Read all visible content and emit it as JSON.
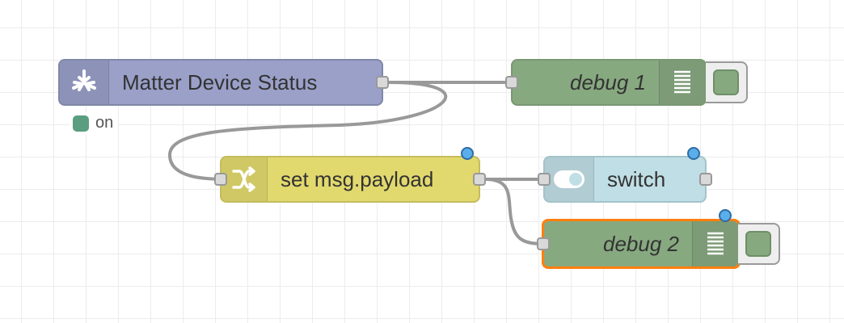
{
  "workspace": {
    "nodes": {
      "matter_device": {
        "label": "Matter Device Status",
        "color": "#9aa0c8",
        "icon": "matter-icon"
      },
      "debug1": {
        "label": "debug 1",
        "color": "#87a980",
        "icon": "debug-list-icon"
      },
      "change": {
        "label": "set msg.payload",
        "color": "#e2d96e",
        "icon": "shuffle-icon"
      },
      "switch": {
        "label": "switch",
        "color": "#c0dee5",
        "icon": "toggle-icon"
      },
      "debug2": {
        "label": "debug 2",
        "color": "#87a980",
        "icon": "debug-list-icon",
        "selected_border": "#ff7f0e"
      }
    },
    "status": {
      "text": "on",
      "color": "#5a9e7f"
    },
    "wire_color": "#999999",
    "changed_indicator_color": "#5aaeeb"
  }
}
